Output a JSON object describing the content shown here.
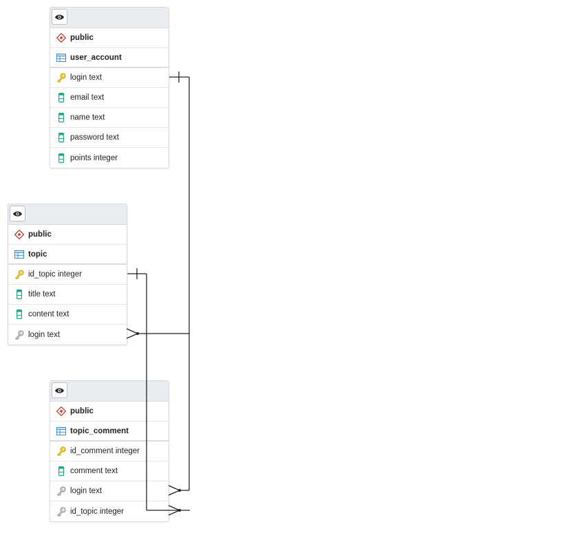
{
  "tables": [
    {
      "id": "user_account",
      "schema": "public",
      "name": "user_account",
      "columns": [
        {
          "label": "login text",
          "icon": "primary-key-icon"
        },
        {
          "label": "email text",
          "icon": "column-icon"
        },
        {
          "label": "name text",
          "icon": "column-icon"
        },
        {
          "label": "password text",
          "icon": "column-icon"
        },
        {
          "label": "points integer",
          "icon": "column-icon"
        }
      ]
    },
    {
      "id": "topic",
      "schema": "public",
      "name": "topic",
      "columns": [
        {
          "label": "id_topic integer",
          "icon": "primary-key-icon"
        },
        {
          "label": "title text",
          "icon": "column-icon"
        },
        {
          "label": "content text",
          "icon": "column-icon"
        },
        {
          "label": "login text",
          "icon": "foreign-key-icon"
        }
      ]
    },
    {
      "id": "topic_comment",
      "schema": "public",
      "name": "topic_comment",
      "columns": [
        {
          "label": "id_comment integer",
          "icon": "primary-key-icon"
        },
        {
          "label": "comment text",
          "icon": "column-icon"
        },
        {
          "label": "login text",
          "icon": "foreign-key-icon"
        },
        {
          "label": "id_topic integer",
          "icon": "foreign-key-icon"
        }
      ]
    }
  ],
  "relationships": [
    {
      "from": "user_account.login text",
      "to": "topic.login text",
      "cardinality": "one-to-many"
    },
    {
      "from": "user_account.login text",
      "to": "topic_comment.login text",
      "cardinality": "one-to-many"
    },
    {
      "from": "topic.id_topic integer",
      "to": "topic_comment.id_topic integer",
      "cardinality": "one-to-many"
    }
  ],
  "colors": {
    "schema_icon": "#c0392b",
    "table_icon": "#3b8fd1",
    "primary_key": "#e6b800",
    "column_icon": "#1aa88a",
    "foreign_key": "#8a8a8a",
    "link": "#222222"
  }
}
